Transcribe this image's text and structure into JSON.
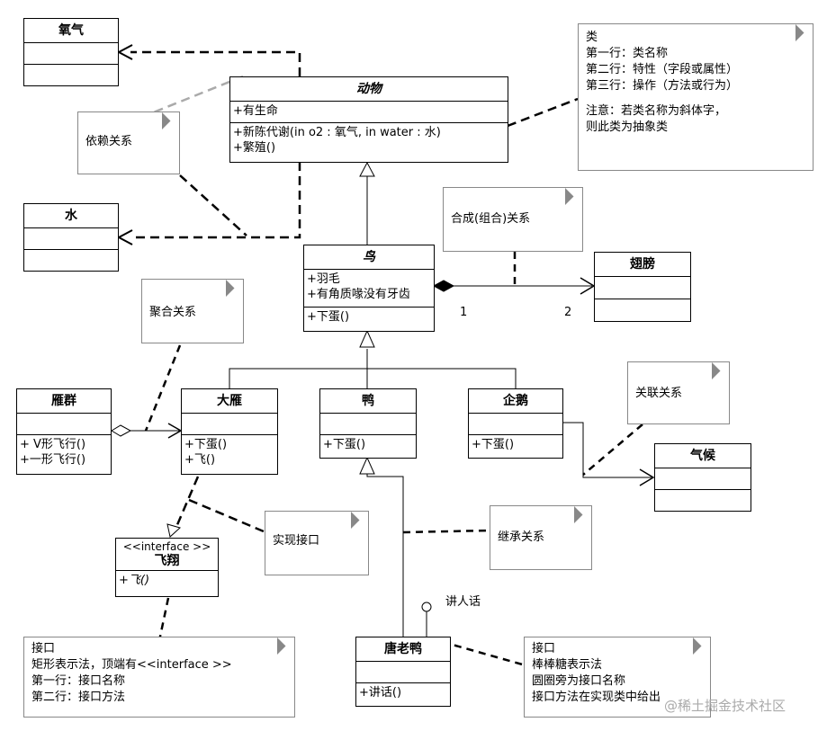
{
  "classes": {
    "oxygen": {
      "name": "氧气"
    },
    "water": {
      "name": "水"
    },
    "animal": {
      "name": "动物",
      "attrs": [
        "+有生命"
      ],
      "ops": [
        "+新陈代谢(in o2 : 氧气,  in water : 水)",
        "+繁殖()"
      ]
    },
    "bird": {
      "name": "鸟",
      "attrs": [
        "+羽毛",
        "+有角质喙没有牙齿"
      ],
      "ops": [
        "+下蛋()"
      ]
    },
    "wings": {
      "name": "翅膀"
    },
    "goose_flock": {
      "name": "雁群",
      "ops": [
        "+ V形飞行()",
        "+一形飞行()"
      ]
    },
    "goose": {
      "name": "大雁",
      "ops": [
        "+下蛋()",
        "+飞()"
      ]
    },
    "duck": {
      "name": "鸭",
      "ops": [
        "+下蛋()"
      ]
    },
    "penguin": {
      "name": "企鹅",
      "ops": [
        "+下蛋()"
      ]
    },
    "climate": {
      "name": "气候"
    },
    "fly_interface": {
      "stereotype": "<<interface >>",
      "name": "飞翔",
      "ops": [
        "+飞()"
      ]
    },
    "donald": {
      "name": "唐老鸭",
      "ops": [
        "+讲话()"
      ]
    }
  },
  "notes": {
    "class_note": [
      "类",
      "第一行：类名称",
      "第二行：特性（字段或属性）",
      "第三行：操作（方法或行为）",
      "",
      "注意：若类名称为斜体字，",
      "则此类为抽象类"
    ],
    "dependency": [
      "依赖关系"
    ],
    "composition": [
      "合成(组合)关系"
    ],
    "aggregation": [
      "聚合关系"
    ],
    "association": [
      "关联关系"
    ],
    "realization": [
      "实现接口"
    ],
    "inheritance": [
      "继承关系"
    ],
    "interface_rect": [
      "接口",
      "矩形表示法，顶端有<<interface >>",
      "第一行：接口名称",
      "第二行：接口方法"
    ],
    "interface_lollipop": [
      "接口",
      "棒棒糖表示法",
      "圆圈旁为接口名称",
      "接口方法在实现类中给出"
    ]
  },
  "labels": {
    "mult_1": "1",
    "mult_2": "2",
    "lollipop_name": "讲人话"
  },
  "watermark": "@稀土掘金技术社区"
}
